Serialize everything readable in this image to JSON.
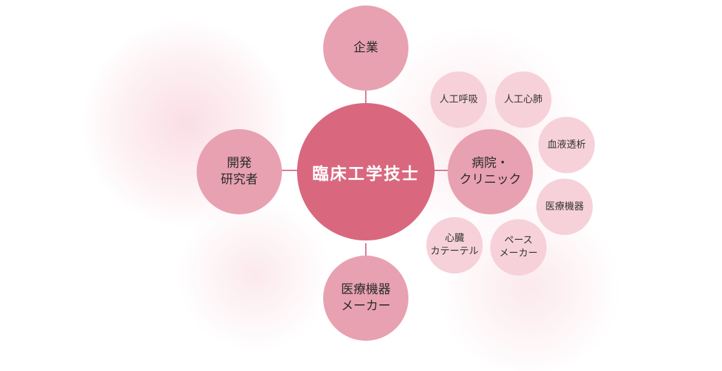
{
  "colors": {
    "center_fill": "#d9687f",
    "main_node_fill": "#e8a1b1",
    "sub_node_fill": "#f6d1da",
    "connector": "#d9778f",
    "background_glow": "#f6c4d0"
  },
  "center": {
    "label": "臨床工学技士"
  },
  "main_nodes": {
    "top": {
      "lines": [
        "企業"
      ]
    },
    "left": {
      "lines": [
        "開発",
        "研究者"
      ]
    },
    "bottom": {
      "lines": [
        "医療機器",
        "メーカー"
      ]
    },
    "right": {
      "lines": [
        "病院・",
        "クリニック"
      ]
    }
  },
  "hospital_specialties": [
    {
      "lines": [
        "人工呼吸"
      ]
    },
    {
      "lines": [
        "人工心肺"
      ]
    },
    {
      "lines": [
        "血液透析"
      ]
    },
    {
      "lines": [
        "医療機器"
      ]
    },
    {
      "lines": [
        "ペース",
        "メーカー"
      ]
    },
    {
      "lines": [
        "心臓",
        "カテーテル"
      ]
    }
  ]
}
